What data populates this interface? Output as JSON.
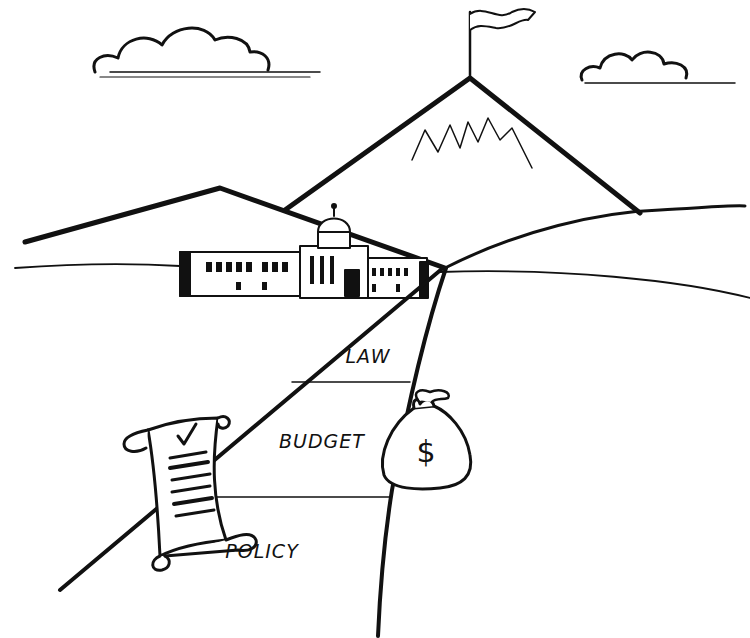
{
  "diagram": {
    "labels": [
      "LAW",
      "BUDGET",
      "POLICY",
      "$"
    ]
  }
}
